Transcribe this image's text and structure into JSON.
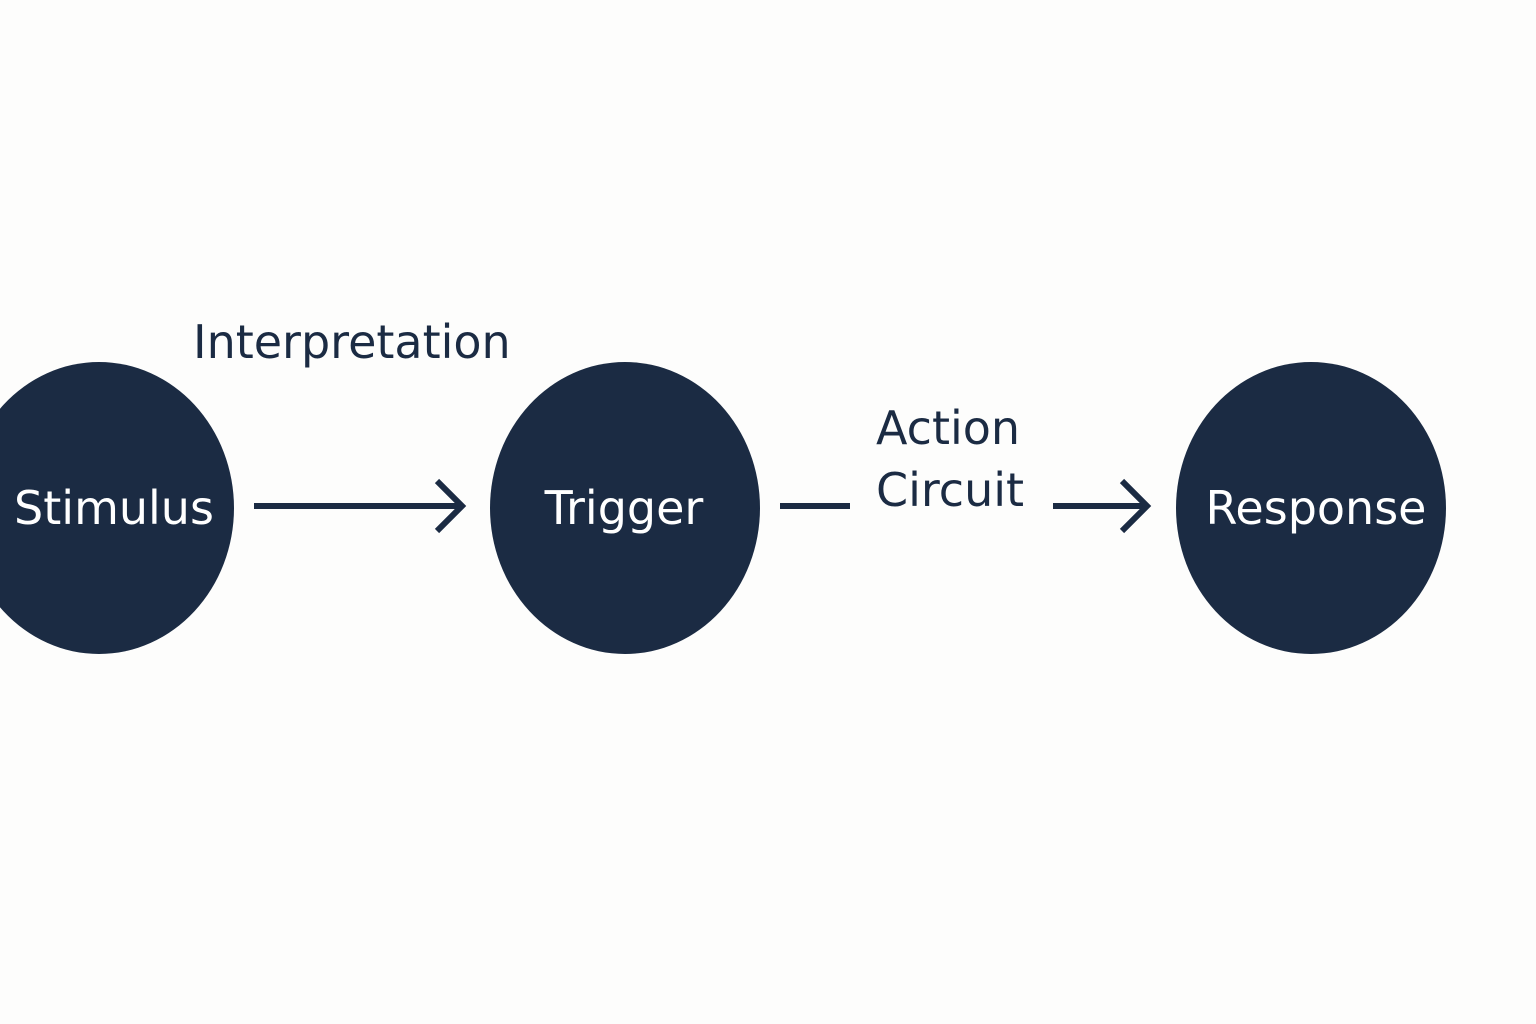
{
  "diagram": {
    "nodes": [
      {
        "id": "stimulus",
        "label": "Stimulus"
      },
      {
        "id": "trigger",
        "label": "Trigger"
      },
      {
        "id": "response",
        "label": "Response"
      }
    ],
    "edges": [
      {
        "from": "stimulus",
        "to": "trigger",
        "label": "Interpretation"
      },
      {
        "from": "trigger",
        "to": "response",
        "label_lines": [
          "Action",
          "Circuit"
        ]
      }
    ]
  },
  "colors": {
    "node_fill": "#1b2b43",
    "node_text": "#ffffff",
    "edge_color": "#1b2b43",
    "background": "#fdfdfc"
  }
}
